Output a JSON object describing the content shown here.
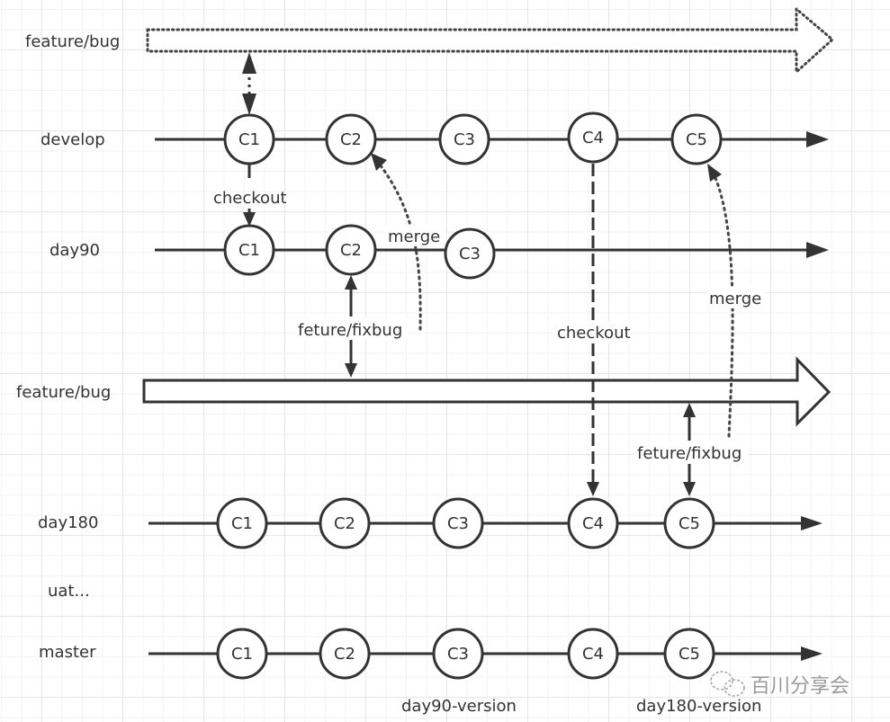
{
  "diagram": {
    "lanes": {
      "feature_top": "feature/bug",
      "develop": "develop",
      "day90": "day90",
      "feature_mid": "feature/bug",
      "day180": "day180",
      "uat": "uat...",
      "master": "master"
    },
    "develop_commits": [
      "C1",
      "C2",
      "C3",
      "C4",
      "C5"
    ],
    "day90_commits": [
      "C1",
      "C2",
      "C3"
    ],
    "day180_commits": [
      "C1",
      "C2",
      "C3",
      "C4",
      "C5"
    ],
    "master_commits": [
      "C1",
      "C2",
      "C3",
      "C4",
      "C5"
    ],
    "annotations": {
      "checkout_1": "checkout",
      "merge_1": "merge",
      "fixbug_1": "feture/fixbug",
      "checkout_2": "checkout",
      "merge_2": "merge",
      "fixbug_2": "feture/fixbug",
      "version_1": "day90-version",
      "version_2": "day180-version"
    },
    "watermark": "百川分享会",
    "colors": {
      "stroke": "#333333",
      "text": "#333333",
      "grid": "#e6e6e6"
    }
  }
}
